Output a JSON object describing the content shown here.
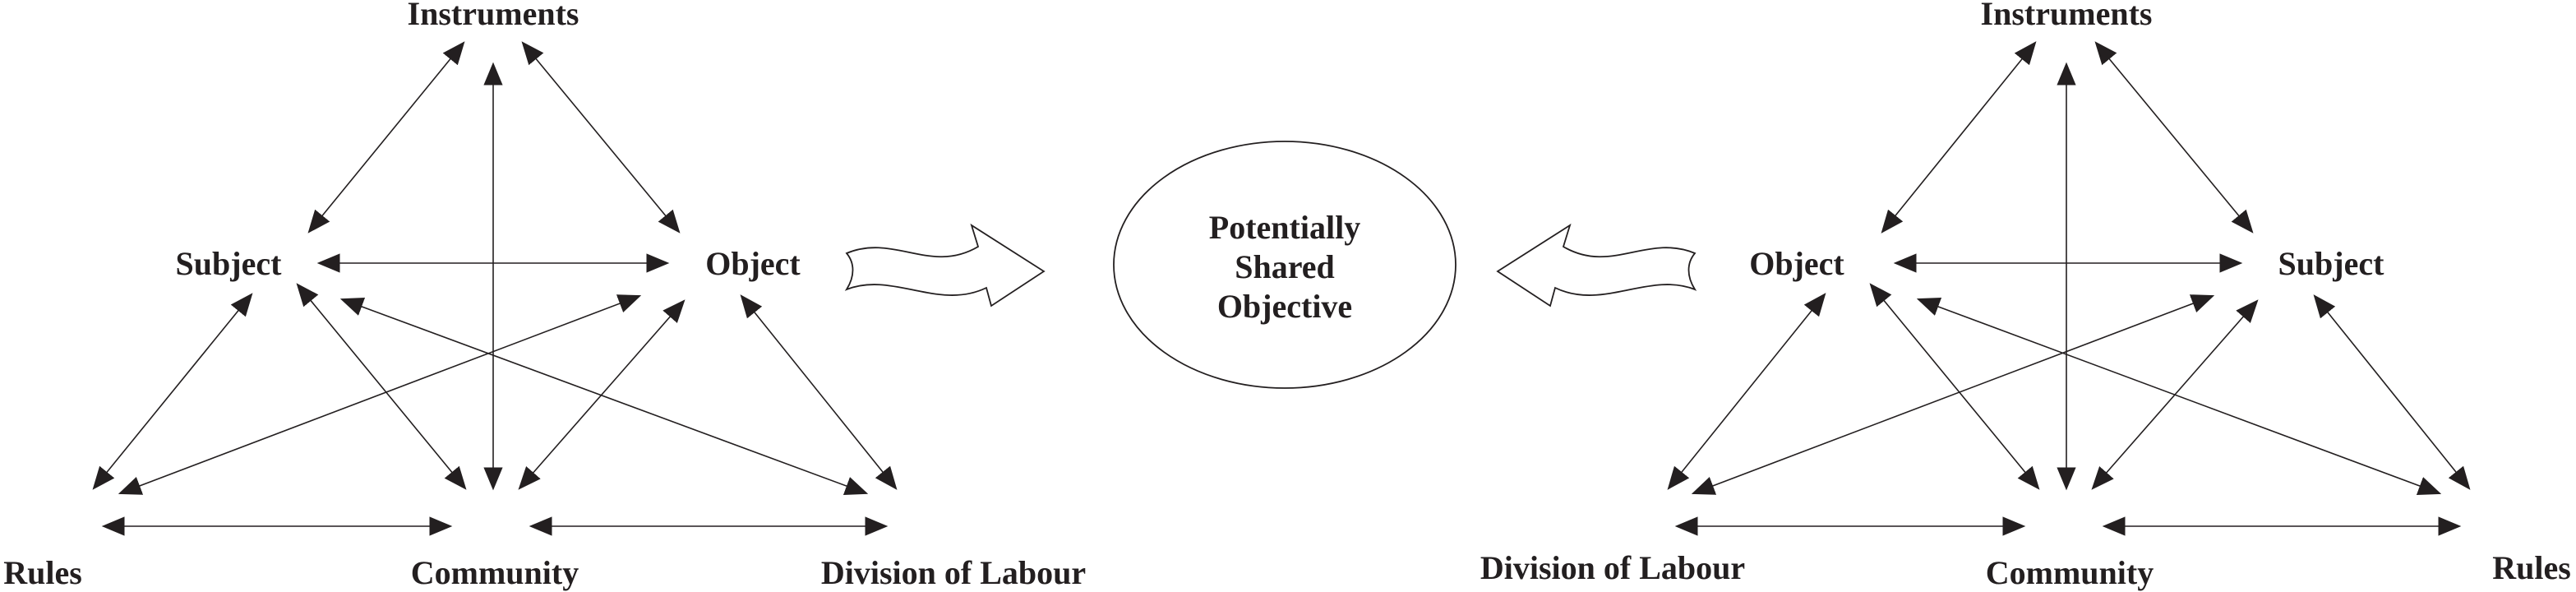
{
  "left_system": {
    "instruments": "Instruments",
    "subject": "Subject",
    "object": "Object",
    "rules": "Rules",
    "community": "Community",
    "division_of_labour": "Division of Labour"
  },
  "center": {
    "objective_line1": "Potentially",
    "objective_line2": "Shared",
    "objective_line3": "Objective"
  },
  "right_system": {
    "instruments": "Instruments",
    "object": "Object",
    "subject": "Subject",
    "division_of_labour": "Division of Labour",
    "community": "Community",
    "rules": "Rules"
  },
  "colors": {
    "ink": "#231f20",
    "background": "#ffffff"
  }
}
